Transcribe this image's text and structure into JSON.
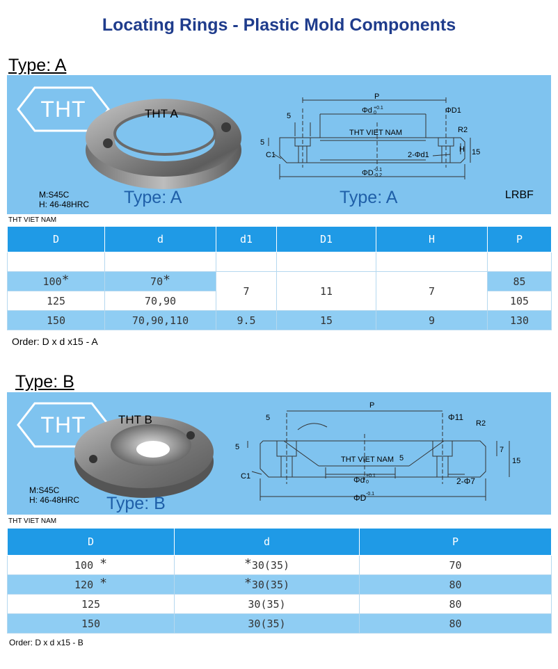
{
  "title": "Locating Rings - Plastic Mold Components",
  "logo_text": "THT",
  "typeA": {
    "heading": "Type: A",
    "photo_label": "THT A",
    "material": "M:S45C",
    "hardness": "H: 46-48HRC",
    "photo_caption": "Type: A",
    "drawing_caption": "Type: A",
    "code": "LRBF",
    "drawing_watermark": "THT VIET NAM",
    "dims": {
      "p": "P",
      "d_tol": "Φd",
      "d_sup": "+0.1",
      "d_sub": "0",
      "d1_hole": "ΦD1",
      "five_top": "5",
      "five_side": "5",
      "r2": "R2",
      "h": "H",
      "fifteen": "15",
      "c1": "C1",
      "two_d1": "2-Φd1",
      "big_d": "ΦD",
      "big_d_sup": "-0.1",
      "big_d_sub": "-0.2"
    },
    "source_note": "THT VIET NAM",
    "table": {
      "headers": [
        "D",
        "d",
        "d1",
        "D1",
        "H",
        "P"
      ],
      "rows": [
        {
          "D": "100",
          "D_star": "*",
          "d": "70",
          "d_star": "*",
          "P": "85"
        },
        {
          "D": "125",
          "d": "70,90",
          "P": "105"
        },
        {
          "D": "150",
          "d": "70,90,110",
          "d1": "9.5",
          "D1": "15",
          "H": "9",
          "P": "130"
        }
      ],
      "merged": {
        "d1": "7",
        "D1": "11",
        "H": "7"
      }
    },
    "order": "Order: D x d x15 - A"
  },
  "typeB": {
    "heading": "Type: B",
    "photo_label": "THT B",
    "material": "M:S45C",
    "hardness": "H: 46-48HRC",
    "photo_caption": "Type: B",
    "drawing_watermark": "THT VIET NAM",
    "dims": {
      "p": "P",
      "five_top": "5",
      "d11": "Φ11",
      "r2": "R2",
      "five_left": "5",
      "seven": "7",
      "fifteen": "15",
      "five_mid": "5",
      "c1": "C1",
      "d_tol": "Φd",
      "d_sup": "+0.1",
      "d_sub": "0",
      "two_d7": "2-Φ7",
      "big_d": "ΦD",
      "big_d_sup": "-0.1"
    },
    "source_note": "THT VIET NAM",
    "table": {
      "headers": [
        "D",
        "d",
        "P"
      ],
      "rows": [
        {
          "D": "100",
          "D_star": "*",
          "d_star": "*",
          "d": "30(35)",
          "P": "70"
        },
        {
          "D": "120",
          "D_star": "*",
          "d_star": "*",
          "d": "30(35)",
          "P": "80"
        },
        {
          "D": "125",
          "d": "30(35)",
          "P": "80"
        },
        {
          "D": "150",
          "d": "30(35)",
          "P": "80"
        }
      ]
    },
    "order": "Order: D x d  x15 - B"
  },
  "colors": {
    "title": "#1f3c8c",
    "banner": "#7fc3ef",
    "table_header": "#1f9ae6",
    "table_shade": "#8fcdf3",
    "caption": "#1f5fa8"
  }
}
